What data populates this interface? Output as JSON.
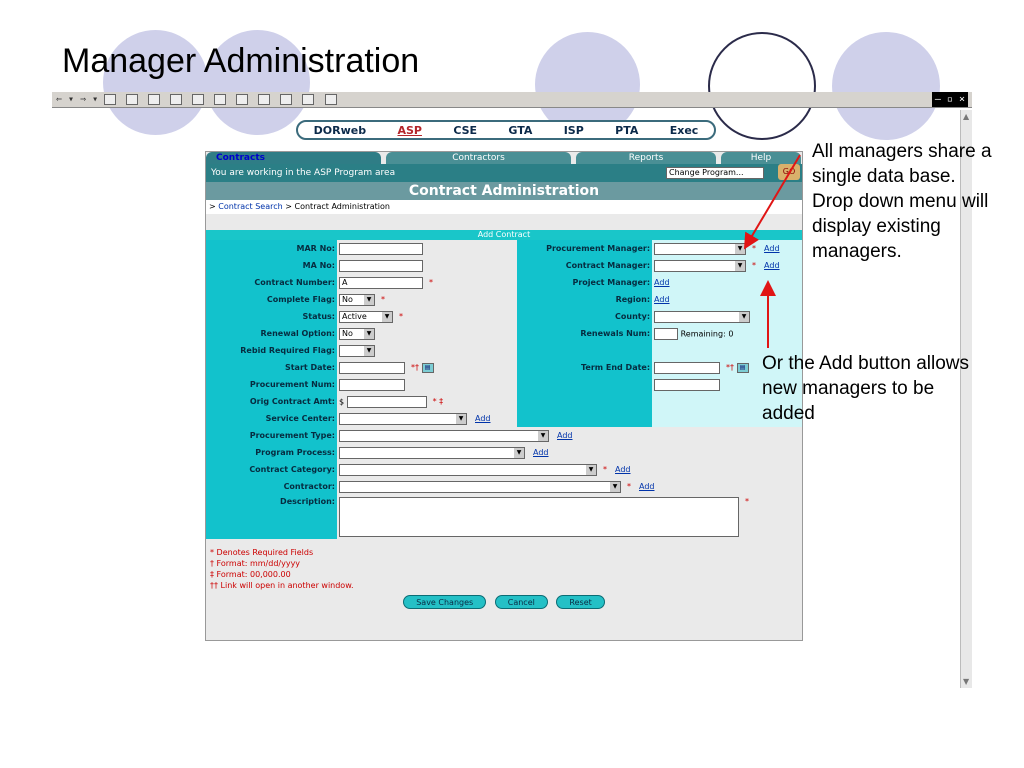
{
  "slide": {
    "title": "Manager Administration"
  },
  "window": {
    "controls": "– ▫ ×"
  },
  "nav": [
    "DORweb",
    "ASP",
    "CSE",
    "GTA",
    "ISP",
    "PTA",
    "Exec"
  ],
  "nav_active": "ASP",
  "tabs": [
    "Contracts",
    "Contractors",
    "Reports",
    "Help"
  ],
  "status": {
    "text": "You are working in the ASP Program area",
    "program_select": "Change Program...",
    "go": "GO"
  },
  "page": {
    "heading": "Contract Administration"
  },
  "breadcrumb": {
    "sep1": ">",
    "search": "Contract Search",
    "sep2": ">",
    "current": "Contract Administration"
  },
  "section": "Add Contract",
  "form": {
    "mar_no": "MAR No:",
    "ma_no": "MA No:",
    "contract_number": "Contract Number:",
    "contract_number_value": "A",
    "complete_flag": "Complete Flag:",
    "complete_flag_value": "No",
    "status": "Status:",
    "status_value": "Active",
    "renewal_option": "Renewal Option:",
    "renewal_option_value": "No",
    "rebid_required": "Rebid Required Flag:",
    "start_date": "Start Date:",
    "procurement_num": "Procurement Num:",
    "orig_contract_amt": "Orig Contract Amt:",
    "currency": "$",
    "service_center": "Service Center:",
    "procurement_type": "Procurement Type:",
    "program_process": "Program Process:",
    "contract_category": "Contract Category:",
    "contractor": "Contractor:",
    "description": "Description:",
    "procurement_manager": "Procurement Manager:",
    "contract_manager": "Contract Manager:",
    "project_manager": "Project Manager:",
    "region": "Region:",
    "county": "County:",
    "renewals_num": "Renewals Num:",
    "remaining": "Remaining: 0",
    "term_end_date": "Term End Date:",
    "add": "Add",
    "req": "*",
    "req_date": "*†",
    "req_amt": "* ‡"
  },
  "notes": [
    "* Denotes Required Fields",
    "† Format: mm/dd/yyyy",
    "‡ Format: 00,000.00",
    "†† Link will open in another window."
  ],
  "buttons": {
    "save": "Save Changes",
    "cancel": "Cancel",
    "reset": "Reset"
  },
  "annotations": {
    "top": "All managers share a single data base. Drop down menu will display existing managers.",
    "bottom": "Or the Add button allows new managers to be added"
  },
  "colors": {
    "accent": "#12c2cc",
    "arrow": "#e01515",
    "circle": "#cfd0ea"
  }
}
